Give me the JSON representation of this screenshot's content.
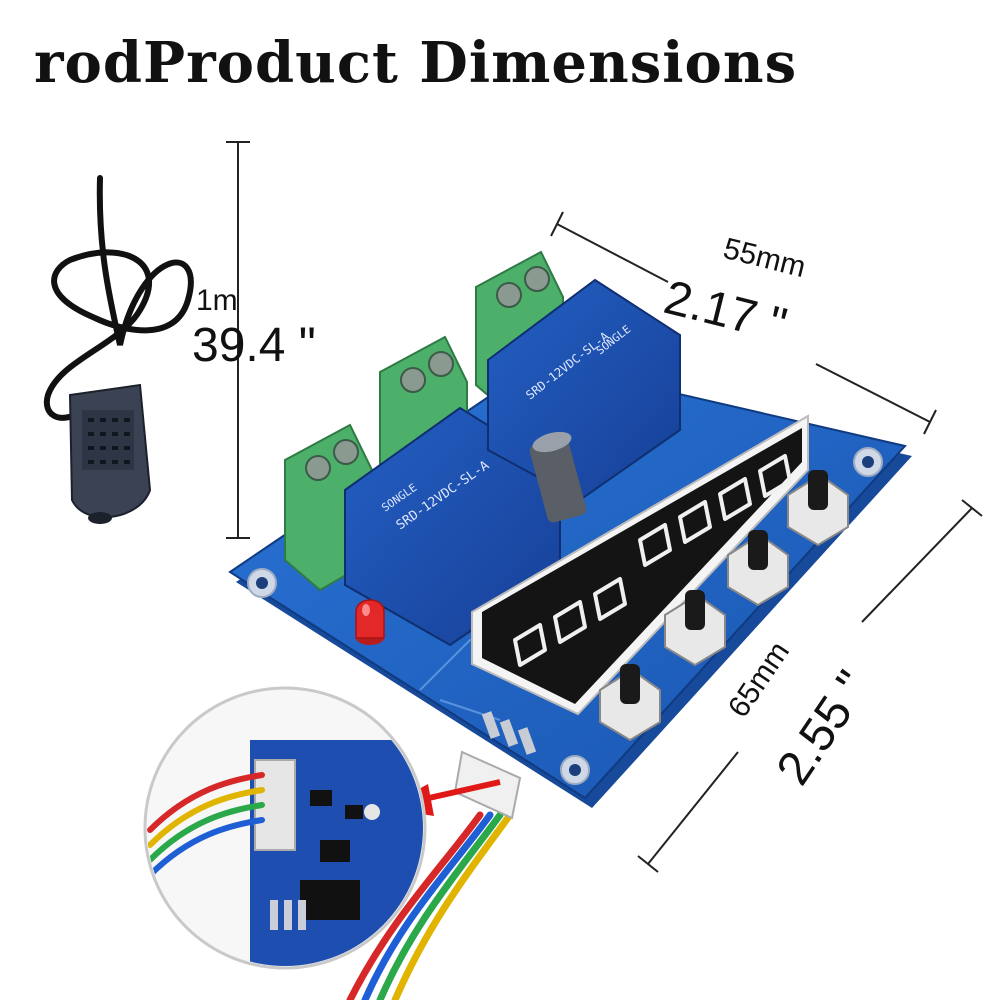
{
  "title": "rod​Product Dimensions",
  "cable_length": {
    "metric": "1m",
    "imperial": "39.4 \""
  },
  "board_width": {
    "metric": "55mm",
    "imperial": "2.17 \""
  },
  "board_depth": {
    "metric": "65mm",
    "imperial": "2.55 \""
  },
  "relay_markings": {
    "front": "SRD-12VDC-SL-A",
    "back": "SRD-12VDC-SL-A",
    "brand": "SONGLE"
  },
  "colors": {
    "pcb_blue": "#1f63c4",
    "relay_blue": "#1b4fb0",
    "terminal_green": "#4cb06a",
    "led_red": "#e32828",
    "arrow_red": "#e01818",
    "display_black": "#141414"
  }
}
